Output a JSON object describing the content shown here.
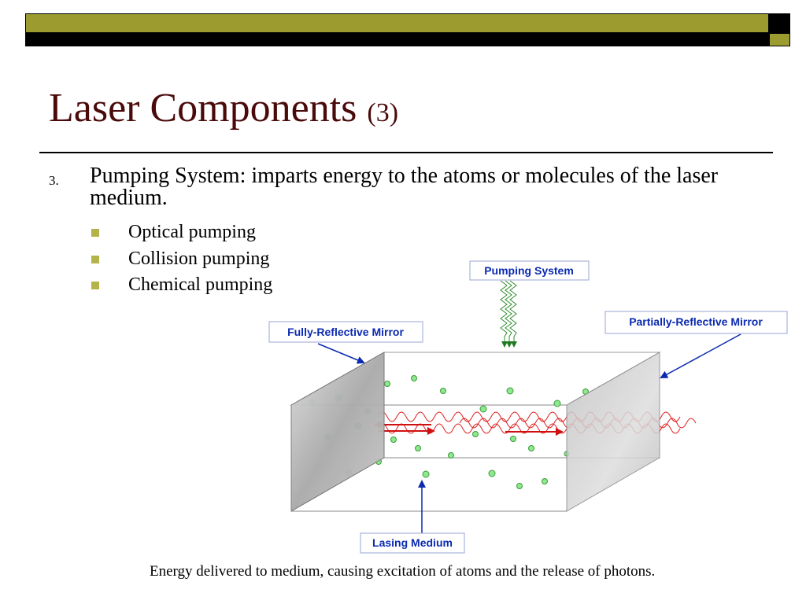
{
  "slide": {
    "title": "Laser Components",
    "title_suffix": "(3)",
    "point_number": "3.",
    "point_text": "Pumping System: imparts energy to the atoms or molecules of the laser medium.",
    "sub_items": [
      "Optical pumping",
      "Collision pumping",
      "Chemical pumping"
    ],
    "caption": "Energy delivered to medium, causing excitation of atoms and the release of photons."
  },
  "diagram": {
    "labels": {
      "pumping_system": "Pumping System",
      "fully_reflective_mirror": "Fully-Reflective Mirror",
      "partially_reflective_mirror": "Partially-Reflective Mirror",
      "lasing_medium": "Lasing Medium"
    }
  },
  "colors": {
    "title": "#4a0a0a",
    "accent_olive": "#9b9b2f",
    "bullet": "#b3b34a",
    "label_text": "#0b2ab0",
    "pump_wave": "#2e8b2e",
    "laser_wave": "#e02020"
  }
}
